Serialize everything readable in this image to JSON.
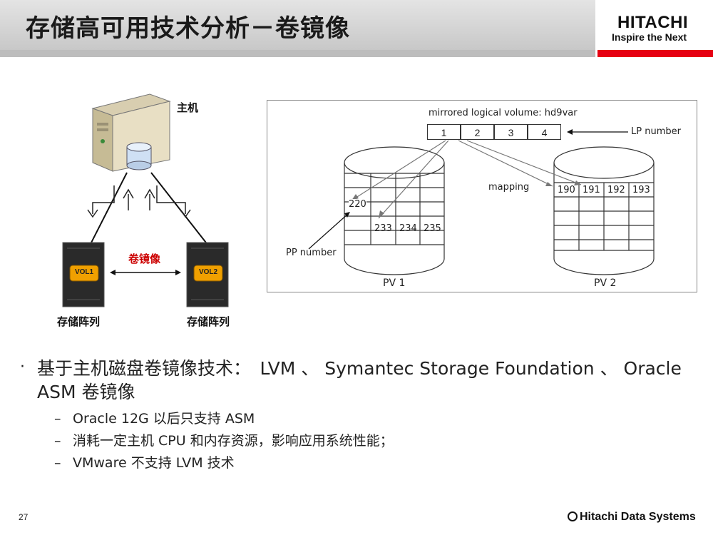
{
  "slide": {
    "title": "存储高可用技术分析－卷镜像",
    "page_number": "27",
    "footer_brand": "Hitachi Data Systems"
  },
  "logo": {
    "name": "HITACHI",
    "tagline": "Inspire the Next"
  },
  "left_diagram": {
    "host_label": "主机",
    "mirror_label": "卷镜像",
    "vol1": "VOL1",
    "vol2": "VOL2",
    "array_label_1": "存储阵列",
    "array_label_2": "存储阵列"
  },
  "right_diagram": {
    "mirrored_lv_label": "mirrored logical volume: hd9var",
    "lp_cells": [
      "1",
      "2",
      "3",
      "4"
    ],
    "lp_number_label": "LP number",
    "mapping_label": "mapping",
    "pp_number_label": "PP number",
    "pv1_label": "PV 1",
    "pv2_label": "PV 2",
    "pv1_values": [
      "220",
      "233",
      "234",
      "235"
    ],
    "pv2_values": [
      "190",
      "191",
      "192",
      "193"
    ]
  },
  "bullets": {
    "main": "基于主机磁盘卷镜像技术：　LVM 、 Symantec Storage Foundation 、 Oracle ASM 卷镜像",
    "sub": [
      "Oracle 12G 以后只支持 ASM",
      "消耗一定主机 CPU 和内存资源，影响应用系统性能；",
      "VMware 不支持 LVM 技术"
    ]
  },
  "colors": {
    "title_bar": "#d4d4d4",
    "logo_red": "#e60012",
    "mirror_label": "#cc0000",
    "vol_badge": "#f0a000"
  }
}
